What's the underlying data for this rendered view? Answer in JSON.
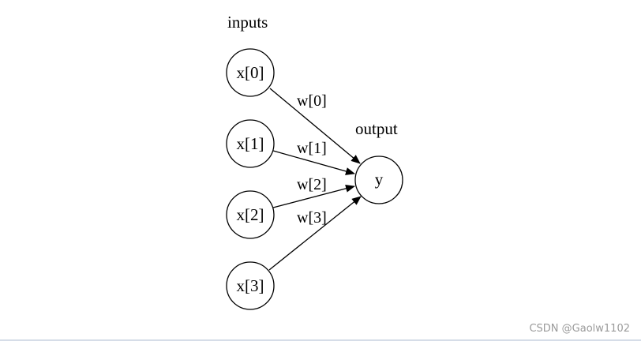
{
  "diagram": {
    "inputs_title": "inputs",
    "output_title": "output",
    "input_nodes": [
      "x[0]",
      "x[1]",
      "x[2]",
      "x[3]"
    ],
    "output_node": "y",
    "edge_labels": [
      "w[0]",
      "w[1]",
      "w[2]",
      "w[3]"
    ]
  },
  "watermark": "CSDN @Gaolw1102"
}
